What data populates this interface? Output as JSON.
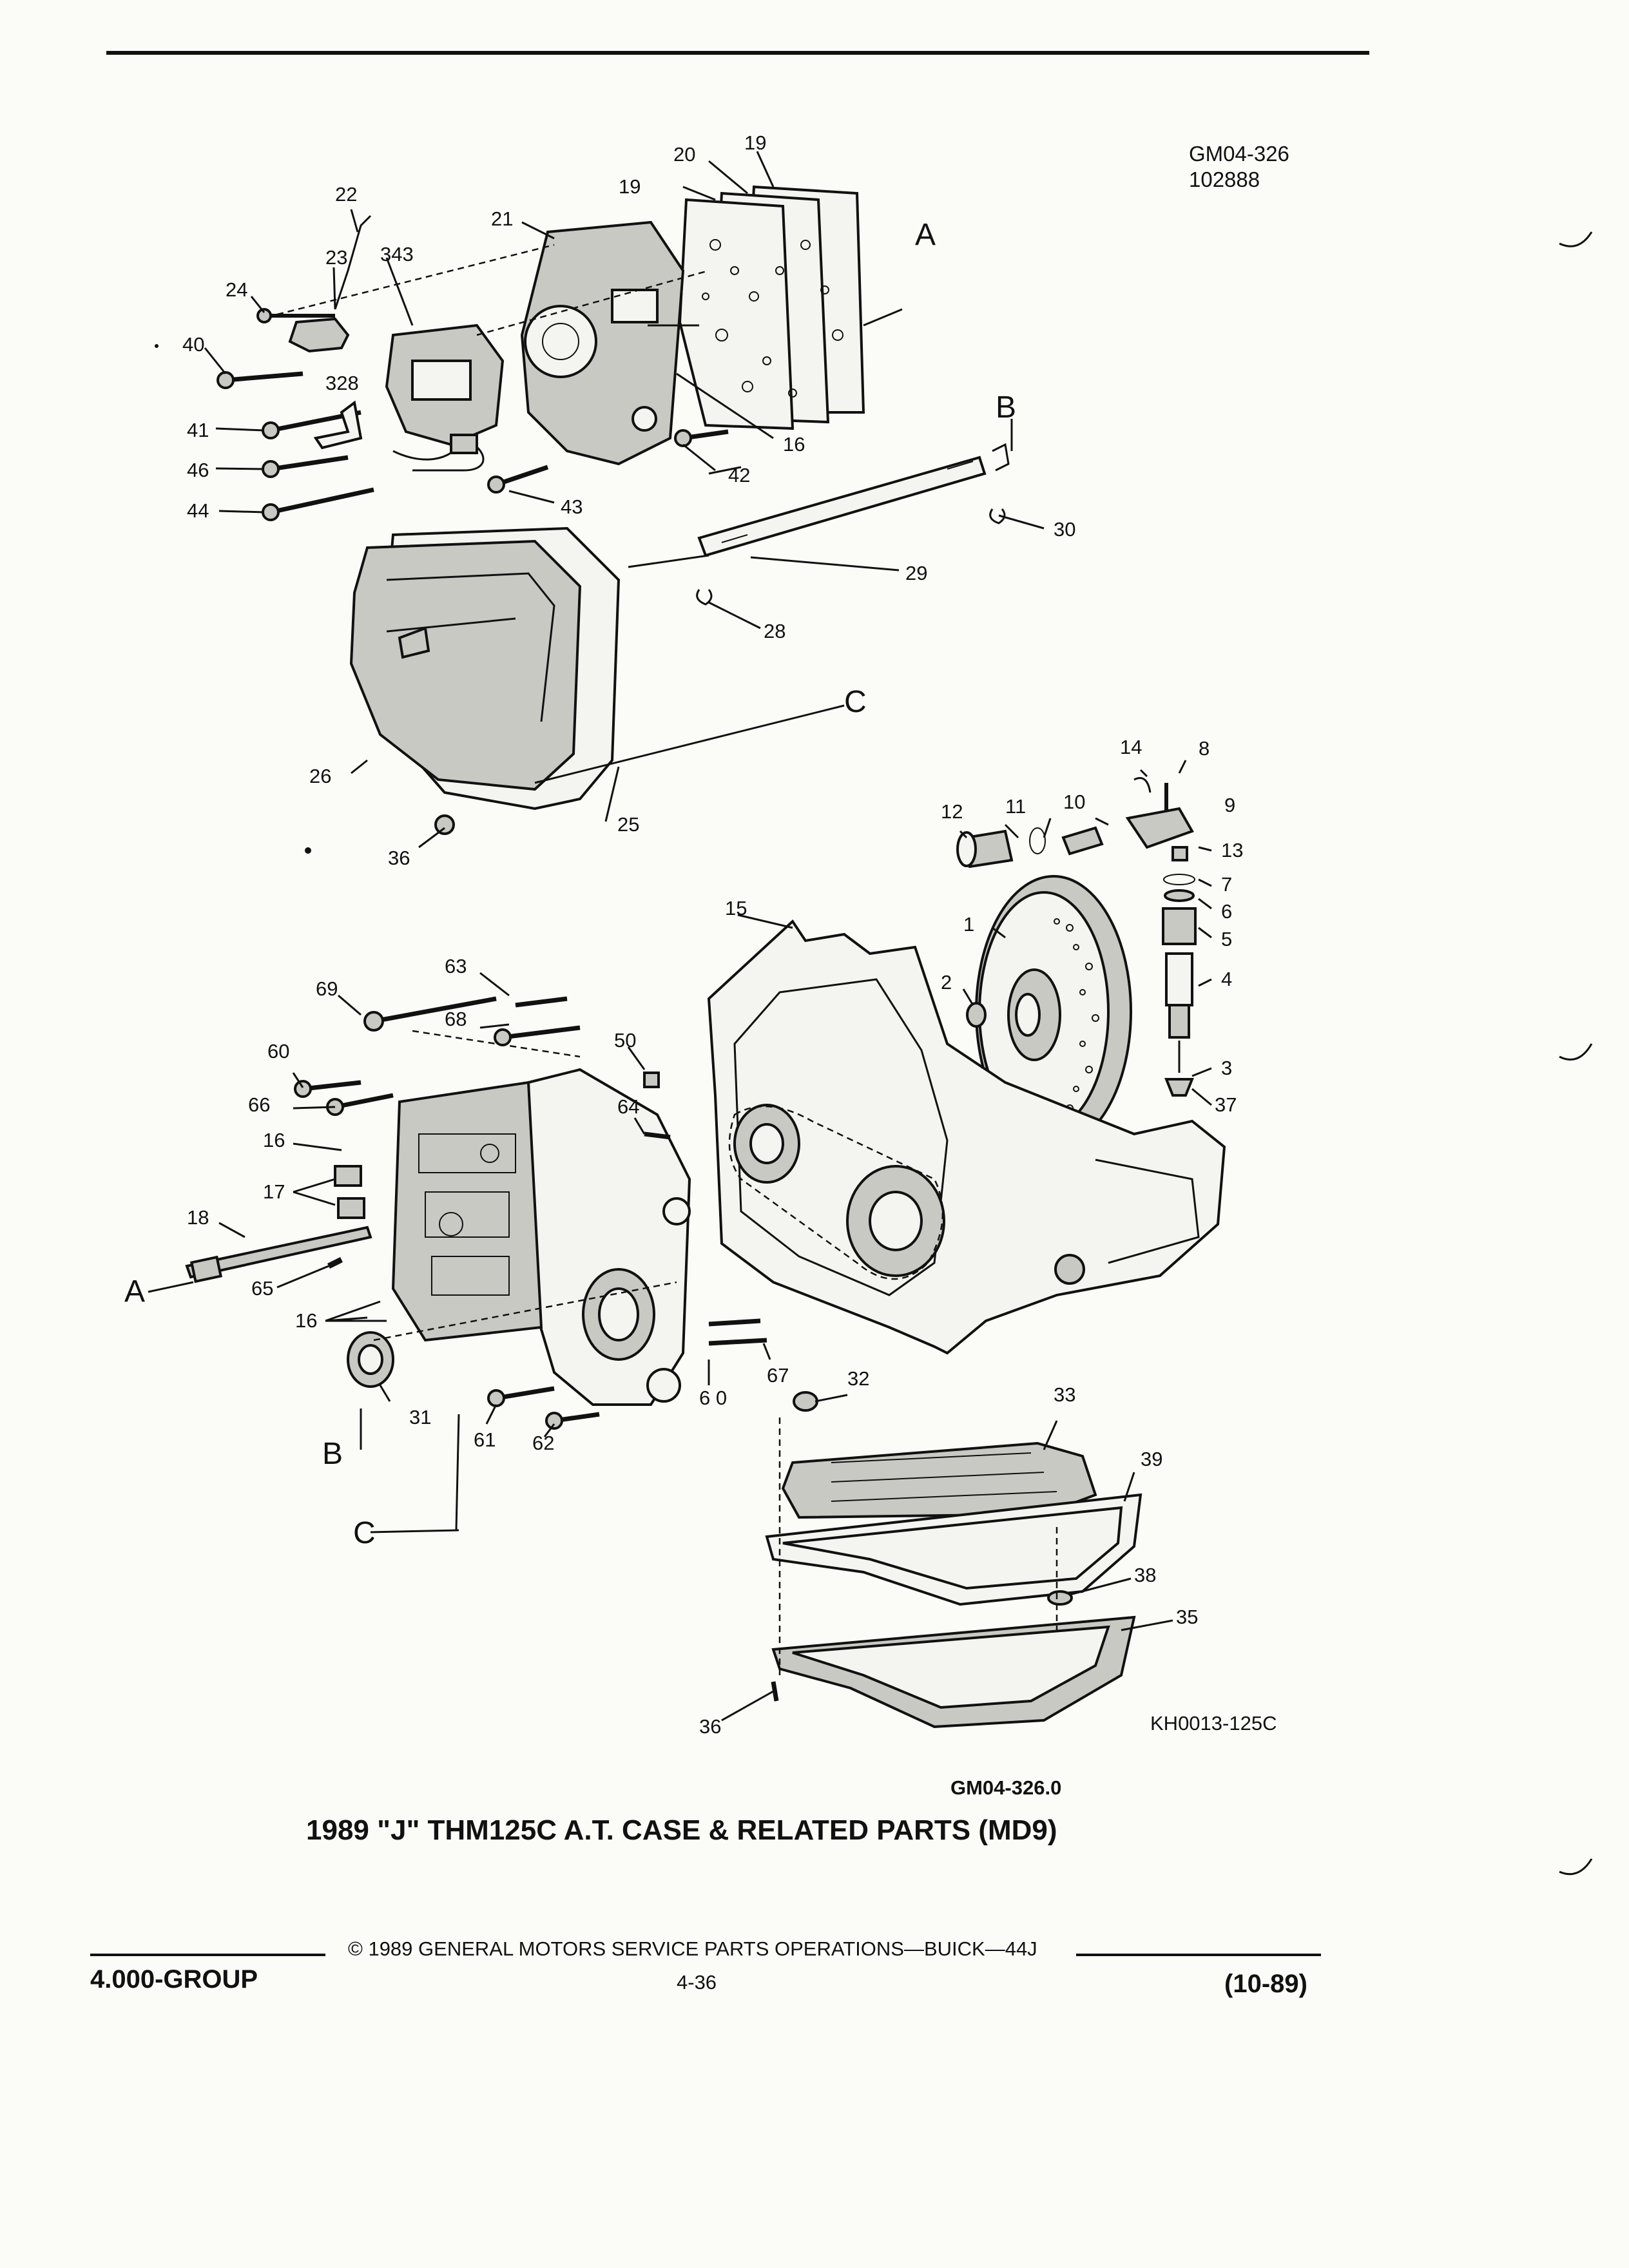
{
  "header": {
    "ref_code": "GM04-326",
    "ref_date": "102888"
  },
  "callouts": {
    "n1": "1",
    "n2": "2",
    "n3": "3",
    "n4": "4",
    "n5": "5",
    "n6": "6",
    "n7": "7",
    "n8": "8",
    "n9": "9",
    "n10": "10",
    "n11": "11",
    "n12": "12",
    "n13": "13",
    "n14": "14",
    "n15": "15",
    "n16a": "16",
    "n16b": "16",
    "n16c": "16",
    "n17": "17",
    "n18": "18",
    "n19a": "19",
    "n19b": "19",
    "n20": "20",
    "n21": "21",
    "n22": "22",
    "n23": "23",
    "n24": "24",
    "n25": "25",
    "n26": "26",
    "n28": "28",
    "n29": "29",
    "n30": "30",
    "n31": "31",
    "n32": "32",
    "n33": "33",
    "n35": "35",
    "n36a": "36",
    "n36b": "36",
    "n37": "37",
    "n38": "38",
    "n39": "39",
    "n40": "40",
    "n41": "41",
    "n42": "42",
    "n43": "43",
    "n44": "44",
    "n46": "46",
    "n50": "50",
    "n60a": "60",
    "n60b": "6 0",
    "n61": "61",
    "n62": "62",
    "n63": "63",
    "n64": "64",
    "n65": "65",
    "n66": "66",
    "n67": "67",
    "n68": "68",
    "n69": "69",
    "n328": "328",
    "n343": "343"
  },
  "letters": {
    "a_top": "A",
    "b_top": "B",
    "c_top": "C",
    "a_left": "A",
    "b_left": "B",
    "c_left": "C"
  },
  "illustration_code": "KH0013-125C",
  "figure_code": "GM04-326.0",
  "figure_title": "1989 \"J\" THM125C A.T. CASE & RELATED PARTS (MD9)",
  "footer": {
    "group": "4.000-GROUP",
    "copyright": "©  1989  GENERAL MOTORS SERVICE PARTS OPERATIONS—BUICK—44J",
    "page": "4-36",
    "date": "(10-89)"
  }
}
